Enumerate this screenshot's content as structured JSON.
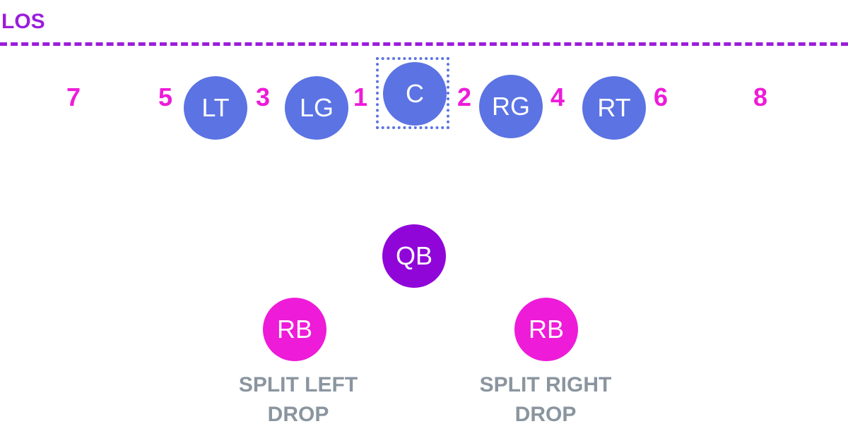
{
  "los": {
    "label": "LOS",
    "color": "#9b1ddb"
  },
  "colors": {
    "lineman": "#5b73e3",
    "qb": "#9006d8",
    "rb": "#ee1bd9",
    "gap_number": "#ee1bd9",
    "caption": "#8a959f"
  },
  "linemen": [
    {
      "label": "LT"
    },
    {
      "label": "LG"
    },
    {
      "label": "C"
    },
    {
      "label": "RG"
    },
    {
      "label": "RT"
    }
  ],
  "gaps": [
    "7",
    "5",
    "3",
    "1",
    "2",
    "4",
    "6",
    "8"
  ],
  "qb": {
    "label": "QB"
  },
  "running_backs": [
    {
      "label": "RB",
      "caption_line1": "SPLIT LEFT",
      "caption_line2": "DROP"
    },
    {
      "label": "RB",
      "caption_line1": "SPLIT RIGHT",
      "caption_line2": "DROP"
    }
  ]
}
